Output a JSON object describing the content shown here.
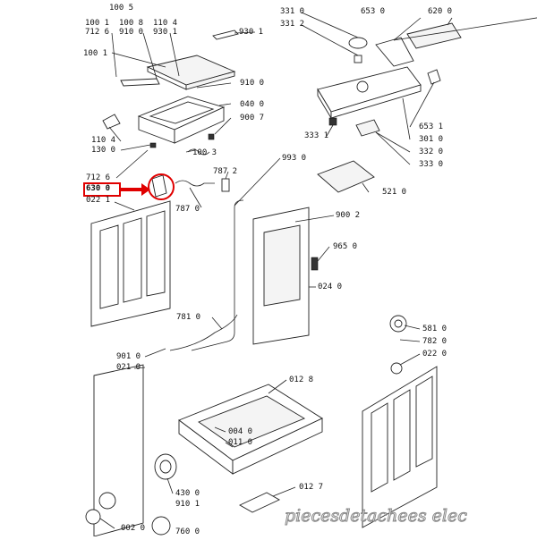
{
  "labels": [
    {
      "id": "l1005",
      "text": "100 5"
    },
    {
      "id": "l1001a",
      "text": "100 1"
    },
    {
      "id": "l1008",
      "text": "100 8"
    },
    {
      "id": "l1104",
      "text": "110 4"
    },
    {
      "id": "l7126a",
      "text": "712 6"
    },
    {
      "id": "l9100a",
      "text": "910 0"
    },
    {
      "id": "l9301a",
      "text": "930 1"
    },
    {
      "id": "l9301b",
      "text": "930 1"
    },
    {
      "id": "l1001b",
      "text": "100 1"
    },
    {
      "id": "l9100b",
      "text": "910 0"
    },
    {
      "id": "l0400",
      "text": "040 0"
    },
    {
      "id": "l9007",
      "text": "900 7"
    },
    {
      "id": "l1104b",
      "text": "110 4"
    },
    {
      "id": "l1300",
      "text": "130 0"
    },
    {
      "id": "l1003",
      "text": "100 3"
    },
    {
      "id": "l7126b",
      "text": "712 6"
    },
    {
      "id": "l6300",
      "text": "630 0"
    },
    {
      "id": "l0221",
      "text": "022 1"
    },
    {
      "id": "l7872",
      "text": "787 2"
    },
    {
      "id": "l7870",
      "text": "787 0"
    },
    {
      "id": "l9930",
      "text": "993 0"
    },
    {
      "id": "l3310",
      "text": "331 0"
    },
    {
      "id": "l3312",
      "text": "331 2"
    },
    {
      "id": "l6530",
      "text": "653 0"
    },
    {
      "id": "l6200",
      "text": "620 0"
    },
    {
      "id": "l6531",
      "text": "653 1"
    },
    {
      "id": "l3010",
      "text": "301 0"
    },
    {
      "id": "l3331",
      "text": "333 1"
    },
    {
      "id": "l3320",
      "text": "332 0"
    },
    {
      "id": "l3330",
      "text": "333 0"
    },
    {
      "id": "l5210",
      "text": "521 0"
    },
    {
      "id": "l9002",
      "text": "900 2"
    },
    {
      "id": "l9650",
      "text": "965 0"
    },
    {
      "id": "l0240",
      "text": "024 0"
    },
    {
      "id": "l7810",
      "text": "781 0"
    },
    {
      "id": "l5810",
      "text": "581 0"
    },
    {
      "id": "l7820",
      "text": "782 0"
    },
    {
      "id": "l0220",
      "text": "022 0"
    },
    {
      "id": "l9010",
      "text": "901 0"
    },
    {
      "id": "l0210",
      "text": "021 0"
    },
    {
      "id": "l0128",
      "text": "012 8"
    },
    {
      "id": "l0040",
      "text": "004 0"
    },
    {
      "id": "l0110",
      "text": "011 0"
    },
    {
      "id": "l0127",
      "text": "012 7"
    },
    {
      "id": "l4300",
      "text": "430 0"
    },
    {
      "id": "l9101",
      "text": "910 1"
    },
    {
      "id": "l0020",
      "text": "002 0"
    },
    {
      "id": "l7600",
      "text": "760 0"
    }
  ],
  "highlight": {
    "label": "630 0",
    "color": "#e00000"
  },
  "watermark": "piecesdetachees elec"
}
